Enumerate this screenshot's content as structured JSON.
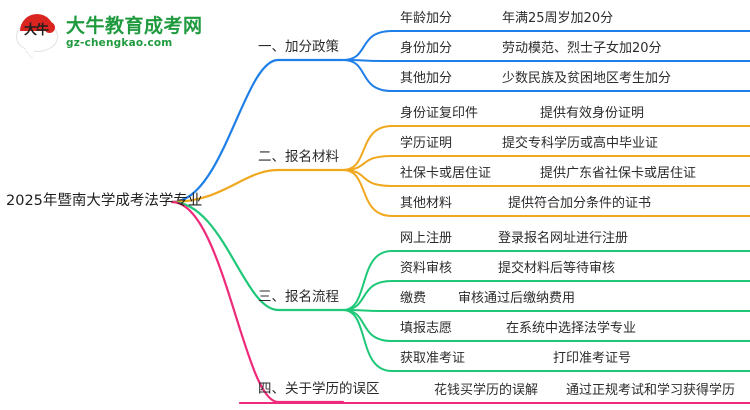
{
  "logo": {
    "mark_text": "大牛",
    "title": "大牛教育成考网",
    "url": "gz-chengkao.com",
    "dome_color": "#d9241f",
    "text_color": "#1f9a3e"
  },
  "mindmap": {
    "root": {
      "label": "2025年暨南大学成考法学专业"
    },
    "colors": {
      "branch1": "#1e7fe8",
      "branch2": "#f0a81e",
      "branch3": "#1ec878",
      "branch4": "#ee2a7b"
    },
    "branches": [
      {
        "label": "一、加分政策",
        "color": "#1e7fe8",
        "children": [
          {
            "label": "年龄加分",
            "detail": "年满25周岁加20分"
          },
          {
            "label": "身份加分",
            "detail": "劳动模范、烈士子女加20分"
          },
          {
            "label": "其他加分",
            "detail": "少数民族及贫困地区考生加分"
          }
        ]
      },
      {
        "label": "二、报名材料",
        "color": "#f0a81e",
        "children": [
          {
            "label": "身份证复印件",
            "detail": "提供有效身份证明"
          },
          {
            "label": "学历证明",
            "detail": "提交专科学历或高中毕业证"
          },
          {
            "label": "社保卡或居住证",
            "detail": "提供广东省社保卡或居住证"
          },
          {
            "label": "其他材料",
            "detail": "提供符合加分条件的证书"
          }
        ]
      },
      {
        "label": "三、报名流程",
        "color": "#1ec878",
        "children": [
          {
            "label": "网上注册",
            "detail": "登录报名网址进行注册"
          },
          {
            "label": "资料审核",
            "detail": "提交材料后等待审核"
          },
          {
            "label": "缴费",
            "detail": "审核通过后缴纳费用"
          },
          {
            "label": "填报志愿",
            "detail": "在系统中选择法学专业"
          },
          {
            "label": "获取准考证",
            "detail": "打印准考证号"
          }
        ]
      },
      {
        "label": "四、关于学历的误区",
        "color": "#ee2a7b",
        "children": [
          {
            "label": "花钱买学历的误解",
            "detail": "通过正规考试和学习获得学历"
          }
        ]
      }
    ]
  }
}
